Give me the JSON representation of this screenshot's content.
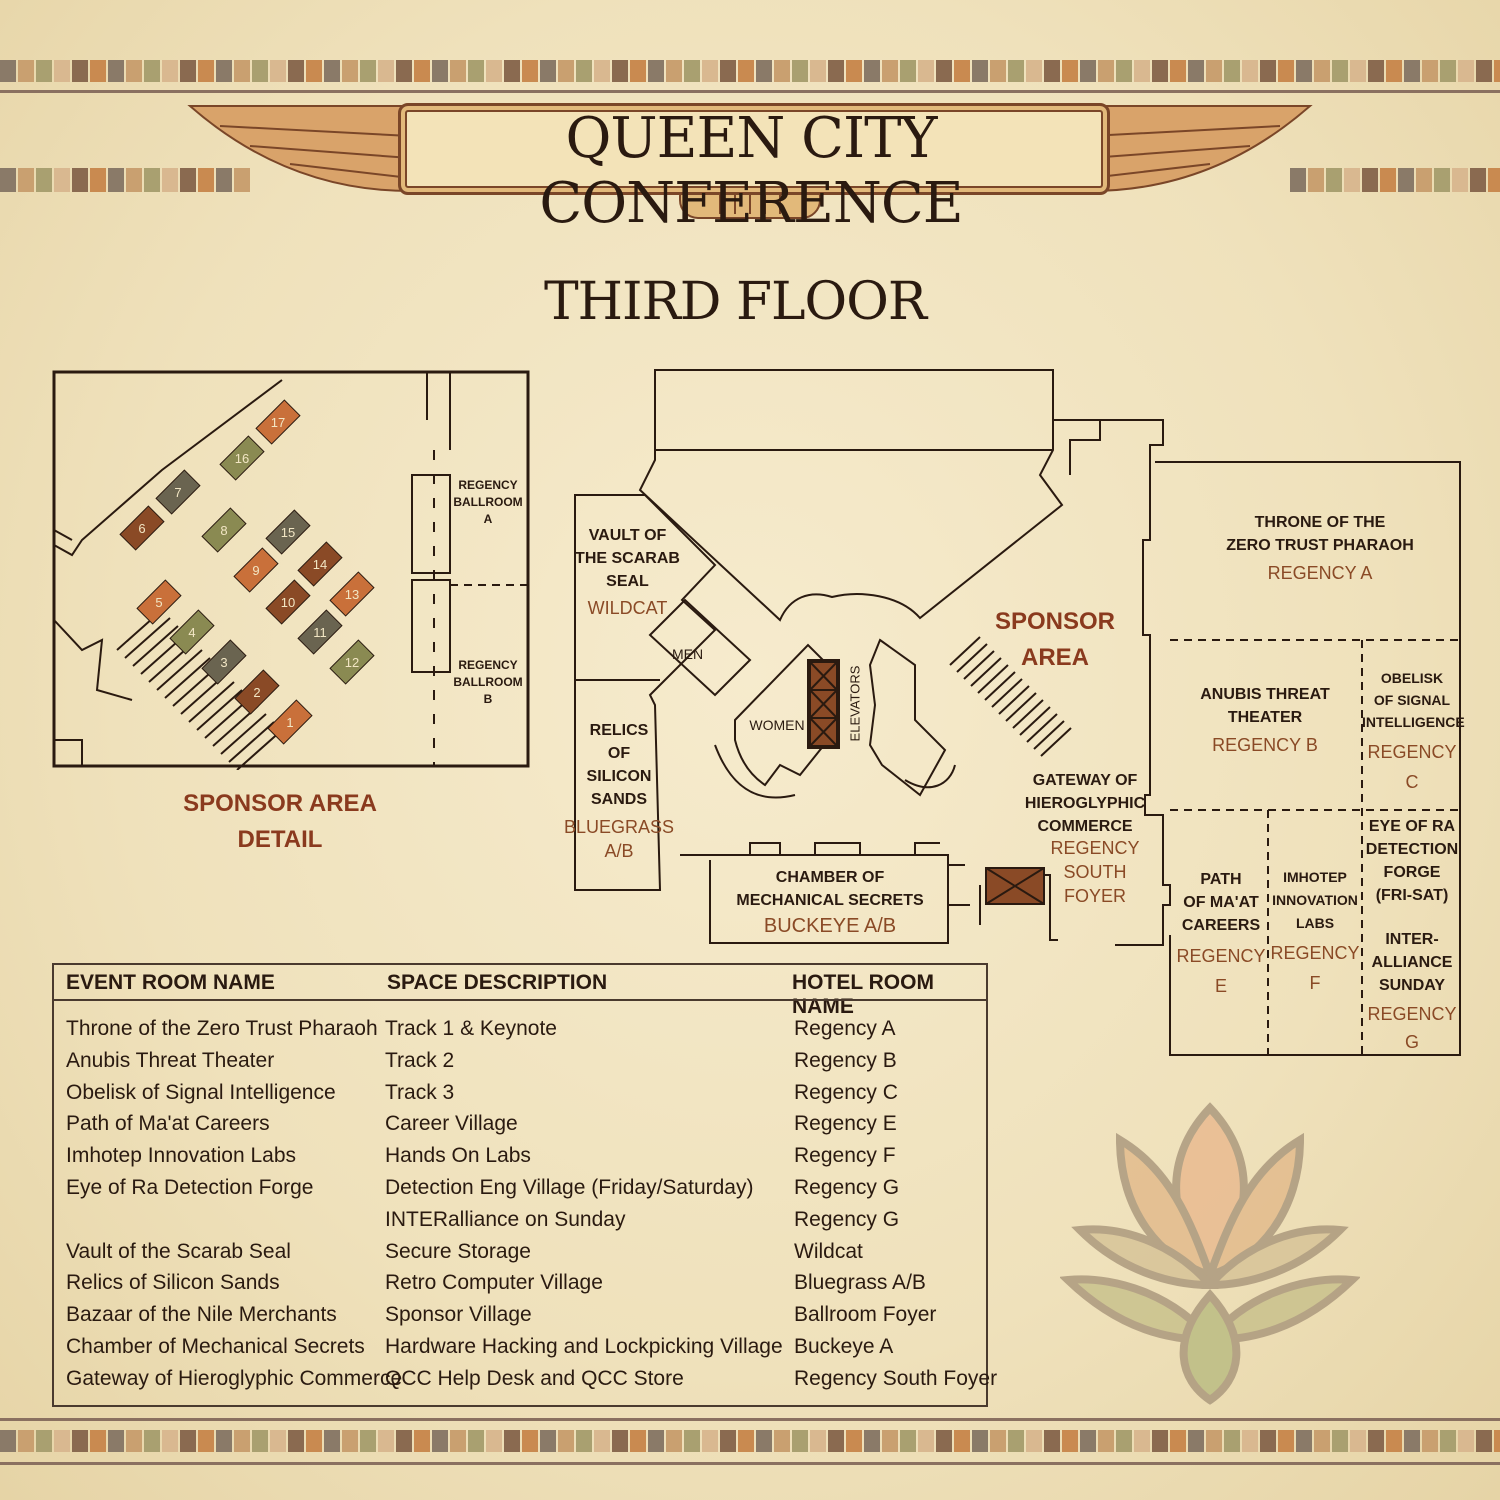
{
  "header": {
    "title": "QUEEN CITY CONFERENCE",
    "floor": "THIRD FLOOR"
  },
  "colors": {
    "background": "#f2e6c4",
    "accent_red": "#8a3a1e",
    "room_brown": "#8a4a26",
    "booth_orange": "#c9703a",
    "booth_olive": "#8a8a52",
    "booth_brown": "#8a4a26",
    "booth_gray": "#6a6450"
  },
  "inset": {
    "ballroom_a": "REGENCY\nBALLROOM\nA",
    "ballroom_b": "REGENCY\nBALLROOM\nB",
    "caption": "SPONSOR AREA\nDETAIL",
    "booths": [
      {
        "n": "1",
        "color": "#c9703a"
      },
      {
        "n": "2",
        "color": "#8a4a26"
      },
      {
        "n": "3",
        "color": "#6a6450"
      },
      {
        "n": "4",
        "color": "#8a8a52"
      },
      {
        "n": "5",
        "color": "#c9703a"
      },
      {
        "n": "6",
        "color": "#8a4a26"
      },
      {
        "n": "7",
        "color": "#6a6450"
      },
      {
        "n": "8",
        "color": "#8a8a52"
      },
      {
        "n": "9",
        "color": "#c9703a"
      },
      {
        "n": "10",
        "color": "#8a4a26"
      },
      {
        "n": "11",
        "color": "#6a6450"
      },
      {
        "n": "12",
        "color": "#8a8a52"
      },
      {
        "n": "13",
        "color": "#c9703a"
      },
      {
        "n": "14",
        "color": "#8a4a26"
      },
      {
        "n": "15",
        "color": "#6a6450"
      },
      {
        "n": "16",
        "color": "#8a8a52"
      },
      {
        "n": "17",
        "color": "#c9703a"
      }
    ]
  },
  "rooms": {
    "vault": {
      "name": "VAULT OF\nTHE SCARAB\nSEAL",
      "hotel": "WILDCAT"
    },
    "men": "MEN",
    "women": "WOMEN",
    "elevators": "ELEVATORS",
    "relics": {
      "name": "RELICS\nOF\nSILICON\nSANDS",
      "hotel": "BLUEGRASS\nA/B"
    },
    "chamber": {
      "name": "CHAMBER OF\nMECHANICAL SECRETS",
      "hotel": "BUCKEYE A/B"
    },
    "sponsor_area": "SPONSOR\nAREA",
    "gateway": {
      "name": "GATEWAY OF\nHIEROGLYPHIC\nCOMMERCE",
      "hotel": "REGENCY\nSOUTH\nFOYER"
    },
    "throne": {
      "name": "THRONE OF THE\nZERO TRUST PHARAOH",
      "hotel": "REGENCY A"
    },
    "anubis": {
      "name": "ANUBIS THREAT\nTHEATER",
      "hotel": "REGENCY B"
    },
    "obelisk": {
      "name": "OBELISK\nOF SIGNAL\nINTELLIGENCE",
      "hotel": "REGENCY\nC"
    },
    "path": {
      "name": "PATH\nOF MA'AT\nCAREERS",
      "hotel": "REGENCY\nE"
    },
    "imhotep": {
      "name": "IMHOTEP\nINNOVATION\nLABS",
      "hotel": "REGENCY\nF"
    },
    "eye": {
      "name": "EYE OF RA\nDETECTION\nFORGE\n(FRI-SAT)"
    },
    "inter": {
      "name": "INTER-\nALLIANCE\nSUNDAY",
      "hotel": "REGENCY\nG"
    }
  },
  "legend": {
    "headers": [
      "EVENT ROOM NAME",
      "SPACE DESCRIPTION",
      "HOTEL ROOM NAME"
    ],
    "rows": [
      [
        "Throne of the Zero Trust Pharaoh",
        "Track 1 & Keynote",
        "Regency A"
      ],
      [
        "Anubis Threat Theater",
        "Track 2",
        "Regency B"
      ],
      [
        "Obelisk of Signal Intelligence",
        "Track 3",
        "Regency C"
      ],
      [
        "Path of Ma'at Careers",
        "Career Village",
        "Regency E"
      ],
      [
        "Imhotep Innovation Labs",
        "Hands On Labs",
        "Regency F"
      ],
      [
        "Eye of Ra Detection Forge",
        "Detection Eng Village (Friday/Saturday)",
        "Regency G"
      ],
      [
        "",
        "INTERalliance on Sunday",
        "Regency G"
      ],
      [
        "Vault of the Scarab Seal",
        "Secure Storage",
        "Wildcat"
      ],
      [
        "Relics of Silicon Sands",
        "Retro Computer Village",
        "Bluegrass A/B"
      ],
      [
        "Bazaar of the Nile Merchants",
        "Sponsor Village",
        "Ballroom Foyer"
      ],
      [
        "Chamber of Mechanical Secrets",
        "Hardware Hacking and Lockpicking Village",
        "Buckeye A"
      ],
      [
        "Gateway of Hieroglyphic Commerce",
        "QCC Help Desk and QCC Store",
        "Regency South Foyer"
      ]
    ]
  }
}
